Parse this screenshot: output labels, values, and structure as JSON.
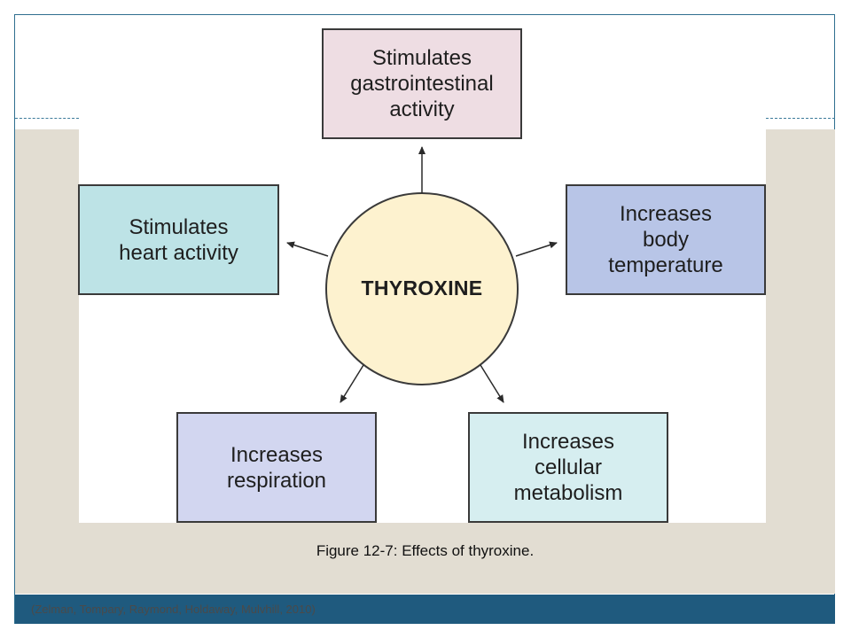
{
  "diagram": {
    "center": "THYROXINE",
    "effects": {
      "gastrointestinal": "Stimulates\ngastrointestinal\nactivity",
      "heart": "Stimulates\nheart activity",
      "temperature": "Increases\nbody\ntemperature",
      "respiration": "Increases\nrespiration",
      "metabolism": "Increases\ncellular\nmetabolism"
    }
  },
  "caption": "Figure 12-7: Effects of thyroxine.",
  "citation": "(Zelman, Tompary, Raymond, Holdaway, Mulvhill, 2010)",
  "colors": {
    "gastrointestinal_box": "#eedde3",
    "heart_box": "#bde3e6",
    "temperature_box": "#b8c5e7",
    "respiration_box": "#d2d6f0",
    "metabolism_box": "#d6eef0",
    "center_circle": "#fdf2cf",
    "footer_bar": "#1f5a7e",
    "background_panel": "#e2ddd2"
  }
}
